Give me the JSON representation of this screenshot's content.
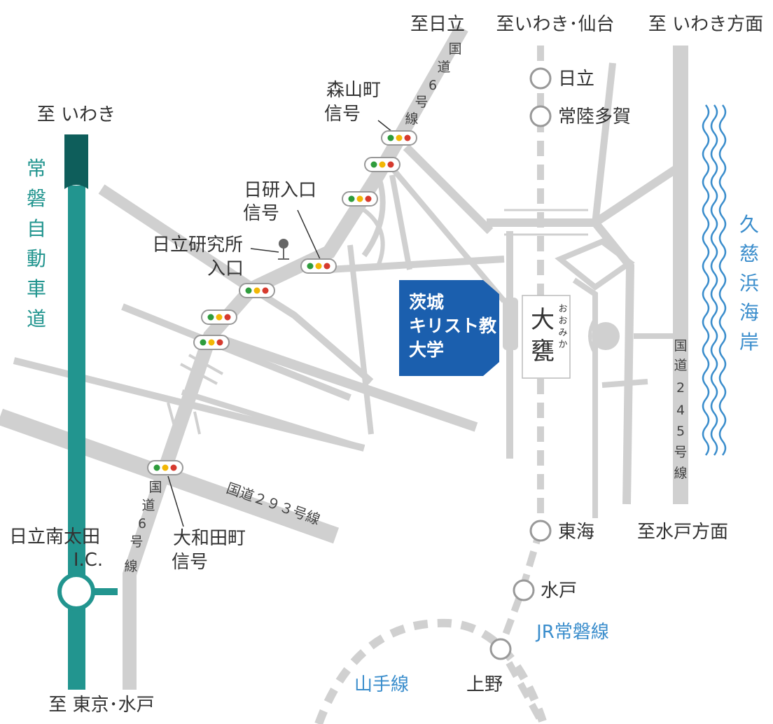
{
  "colors": {
    "road": "#d0d0d0",
    "expressway": "#22958f",
    "expressway_dark": "#0e5e5b",
    "jr_line": "#d0d0d0",
    "station_stroke": "#999999",
    "text": "#333333",
    "sea_text": "#3a8dcc",
    "sea_wave": "#3a8dcc",
    "campus_fill": "#1b5fae",
    "campus_text": "#ffffff",
    "signal_green": "#2e9c3c",
    "signal_yellow": "#f2b705",
    "signal_red": "#d63a2e"
  },
  "map": {
    "directions": {
      "to_hitachi": "至日立",
      "to_iwaki_sendai": "至いわき･仙台",
      "to_iwaki_area": "至 いわき方面",
      "to_iwaki_left": "至 いわき",
      "to_tokyo_mito": "至 東京･水戸",
      "to_mito_area": "至水戸方面"
    },
    "expressway": {
      "name_chars": [
        "常",
        "磐",
        "自",
        "動",
        "車",
        "道"
      ]
    },
    "interchange": {
      "line1": "日立南太田",
      "line2": "I.C."
    },
    "route6_top": {
      "chars": [
        "国",
        "道",
        "6",
        "号",
        "線"
      ]
    },
    "route6_bottom": {
      "chars": [
        "国",
        "道",
        "6",
        "号",
        "線"
      ]
    },
    "route245": {
      "chars": [
        "国",
        "道",
        "2",
        "4",
        "5",
        "号",
        "線"
      ]
    },
    "route293": {
      "label": "国道２９３号線"
    },
    "signals": {
      "moriyama": {
        "line1": "森山町",
        "line2": "信号"
      },
      "nikken": {
        "line1": "日研入口",
        "line2": "信号"
      },
      "owada": {
        "line1": "大和田町",
        "line2": "信号"
      }
    },
    "landmark": {
      "line1": "日立研究所",
      "line2": "入口"
    },
    "campus": {
      "line1": "茨城",
      "line2": "キリスト教",
      "line3": "大学"
    },
    "station_main": {
      "char1": "大",
      "char2": "甕",
      "reading_chars": [
        "お",
        "お",
        "み",
        "か"
      ]
    },
    "stations": {
      "hitachi": "日立",
      "hitachitaga": "常陸多賀",
      "tokai": "東海",
      "mito": "水戸",
      "ueno": "上野"
    },
    "lines": {
      "jr_joban": "JR常磐線",
      "yamanote": "山手線"
    },
    "sea": {
      "chars": [
        "久",
        "慈",
        "浜",
        "海",
        "岸"
      ]
    }
  }
}
